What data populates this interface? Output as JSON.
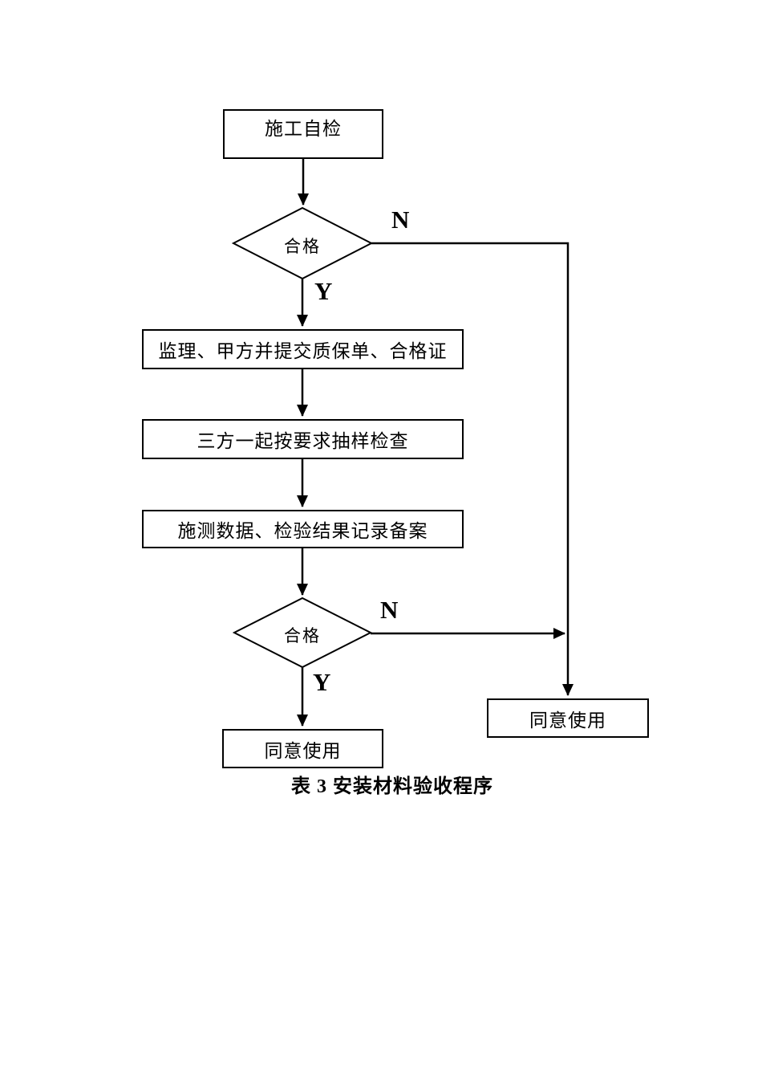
{
  "flowchart": {
    "nodes": {
      "start": "施工自检",
      "check1": "合格",
      "submit": "监理、甲方并提交质保单、合格证",
      "sample": "三方一起按要求抽样检查",
      "record": "施测数据、检验结果记录备案",
      "check2": "合格",
      "approve_left": "同意使用",
      "approve_right": "同意使用"
    },
    "branch_labels": {
      "n1": "N",
      "y1": "Y",
      "n2": "N",
      "y2": "Y"
    },
    "caption": "表 3 安装材料验收程序",
    "colors": {
      "line": "#000000",
      "background": "#ffffff",
      "text": "#000000"
    }
  }
}
